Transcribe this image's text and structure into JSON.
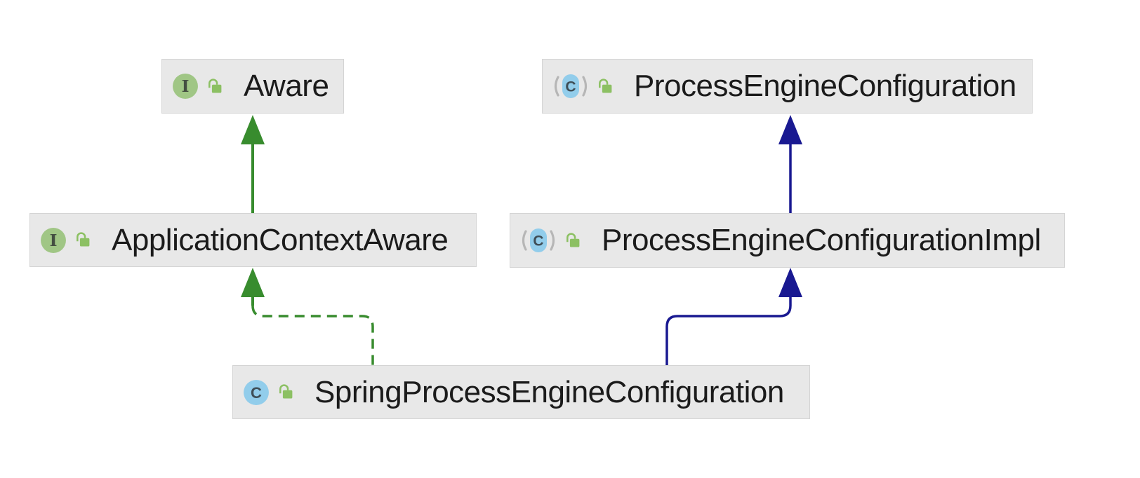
{
  "colors": {
    "background": "#FFFFFF",
    "node_bg": "#E8E8E8",
    "node_border": "#D4D4D4",
    "text": "#1B1B1B",
    "green": "#388C2E",
    "navy": "#191991",
    "interface_icon_fill": "#A0C685",
    "interface_letter": "#444F41",
    "class_icon_fill": "#92CDEB",
    "class_letter": "#3F4E57",
    "paren": "#B6B6B6",
    "lock_green": "#8CC063"
  },
  "icon_letters": {
    "interface": "I",
    "class": "C"
  },
  "nodes": [
    {
      "label": "Aware",
      "kind": "interface",
      "visibility": "public"
    },
    {
      "label": "ProcessEngineConfiguration",
      "kind": "abstract-class",
      "visibility": "public"
    },
    {
      "label": "ApplicationContextAware",
      "kind": "interface",
      "visibility": "public"
    },
    {
      "label": "ProcessEngineConfigurationImpl",
      "kind": "abstract-class",
      "visibility": "public"
    },
    {
      "label": "SpringProcessEngineConfiguration",
      "kind": "class",
      "visibility": "public"
    }
  ],
  "edges": [
    {
      "from": "ApplicationContextAware",
      "to": "Aware",
      "relation": "extends",
      "style": "solid",
      "color": "green"
    },
    {
      "from": "ProcessEngineConfigurationImpl",
      "to": "ProcessEngineConfiguration",
      "relation": "extends",
      "style": "solid",
      "color": "navy"
    },
    {
      "from": "SpringProcessEngineConfiguration",
      "to": "ApplicationContextAware",
      "relation": "implements",
      "style": "dashed",
      "color": "green"
    },
    {
      "from": "SpringProcessEngineConfiguration",
      "to": "ProcessEngineConfigurationImpl",
      "relation": "extends",
      "style": "solid",
      "color": "navy"
    }
  ]
}
